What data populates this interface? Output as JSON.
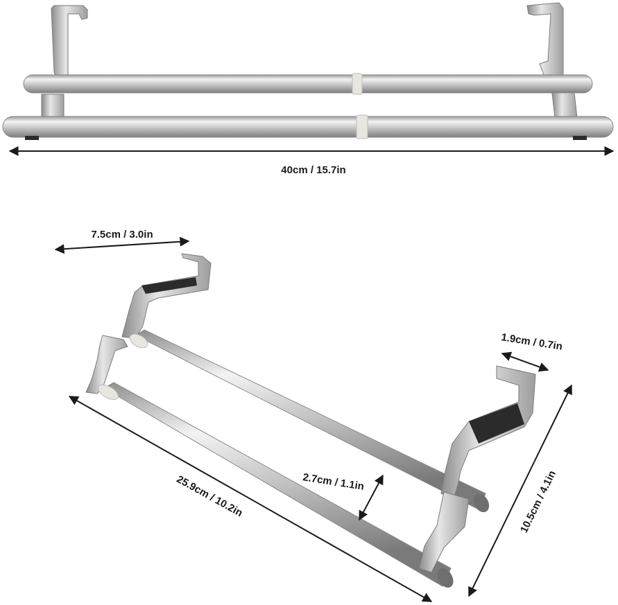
{
  "dimensions": {
    "total_length": "40cm / 15.7in",
    "hook_depth": "7.5cm / 3.0in",
    "hook_width": "1.9cm / 0.7in",
    "bar_spacing": "2.7cm / 1.1in",
    "bar_length": "25.9cm / 10.2in",
    "rack_height": "10.5cm / 4.1in"
  },
  "colors": {
    "steel_light": "#f2f2f2",
    "steel_mid": "#c4c4c4",
    "steel_dark": "#8a8a8a",
    "pad": "#2b2b2b",
    "collar": "#e8e6e0",
    "arrow": "#1a1a1a"
  }
}
